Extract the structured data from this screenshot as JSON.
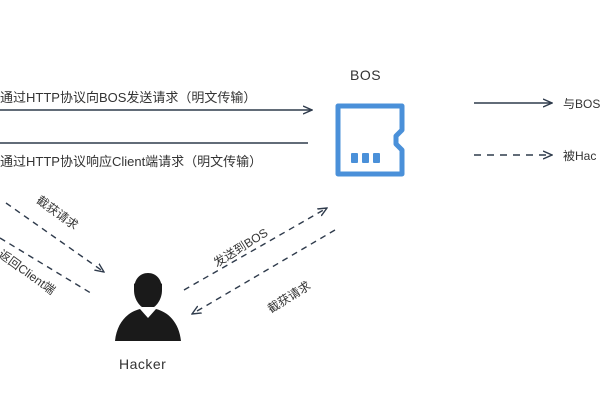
{
  "nodes": {
    "bos": {
      "title": "BOS"
    },
    "hacker": {
      "title": "Hacker"
    }
  },
  "edges": {
    "client_to_bos": "通过HTTP协议向BOS发送请求（明文传输）",
    "bos_to_client": "通过HTTP协议响应Client端请求（明文传输）",
    "intercept_left": "截获请求",
    "return_to_client": "返回Client端",
    "send_to_bos": "发送到BOS",
    "intercept_right": "截获请求"
  },
  "legend": {
    "solid": "与BOS",
    "dashed": "被Hac"
  },
  "colors": {
    "line": "#2f3b4c",
    "bos_icon": "#4a90d9",
    "hacker_icon": "#1a1a1a",
    "text": "#333333"
  }
}
